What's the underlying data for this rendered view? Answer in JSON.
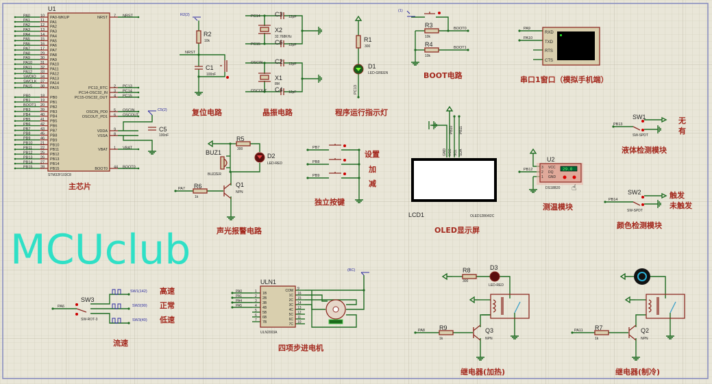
{
  "watermark": "MCUclub",
  "colors": {
    "wire": "#1f6b22",
    "component": "#8c2a22",
    "title": "#a3281d",
    "background": "#e9e6d8",
    "watermark": "#2fe0c6"
  },
  "mcu": {
    "ref": "U1",
    "part": "STM32F103C8",
    "title": "主芯片",
    "left_pins": [
      {
        "net": "PA0",
        "num": "10",
        "name": "PA0-WKUP"
      },
      {
        "net": "PA1",
        "num": "11",
        "name": "PA1"
      },
      {
        "net": "PA2",
        "num": "12",
        "name": "PA2"
      },
      {
        "net": "PA3",
        "num": "13",
        "name": "PA3"
      },
      {
        "net": "PA4",
        "num": "14",
        "name": "PA4"
      },
      {
        "net": "PA5",
        "num": "15",
        "name": "PA5"
      },
      {
        "net": "PA6",
        "num": "16",
        "name": "PA6"
      },
      {
        "net": "PA7",
        "num": "17",
        "name": "PA7"
      },
      {
        "net": "PA8",
        "num": "29",
        "name": "PA8"
      },
      {
        "net": "PA9",
        "num": "30",
        "name": "PA9"
      },
      {
        "net": "PA10",
        "num": "31",
        "name": "PA10"
      },
      {
        "net": "PA11",
        "num": "32",
        "name": "PA11"
      },
      {
        "net": "PA12",
        "num": "33",
        "name": "PA12"
      },
      {
        "net": "SWDIO",
        "num": "34",
        "name": "PA13"
      },
      {
        "net": "SWCLK",
        "num": "37",
        "name": "PA14"
      },
      {
        "net": "PA15",
        "num": "38",
        "name": "PA15"
      },
      {
        "net": "PB0",
        "num": "18",
        "name": "PB0"
      },
      {
        "net": "PB1",
        "num": "19",
        "name": "PB1"
      },
      {
        "net": "BOOT1",
        "num": "20",
        "name": "PB2"
      },
      {
        "net": "PB3",
        "num": "39",
        "name": "PB3"
      },
      {
        "net": "PB4",
        "num": "40",
        "name": "PB4"
      },
      {
        "net": "PB5",
        "num": "41",
        "name": "PB5"
      },
      {
        "net": "PB6",
        "num": "42",
        "name": "PB6"
      },
      {
        "net": "PB7",
        "num": "43",
        "name": "PB7"
      },
      {
        "net": "PB8",
        "num": "45",
        "name": "PB8"
      },
      {
        "net": "PB9",
        "num": "46",
        "name": "PB9"
      },
      {
        "net": "PB10",
        "num": "21",
        "name": "PB10"
      },
      {
        "net": "PB11",
        "num": "22",
        "name": "PB11"
      },
      {
        "net": "PB12",
        "num": "25",
        "name": "PB12"
      },
      {
        "net": "PB13",
        "num": "26",
        "name": "PB13"
      },
      {
        "net": "PB14",
        "num": "27",
        "name": "PB14"
      },
      {
        "net": "PB15",
        "num": "28",
        "name": "PB15"
      }
    ],
    "right_pins": [
      {
        "net": "NRST",
        "num": "7",
        "name": "NRST"
      },
      {
        "net": "PC13",
        "num": "2",
        "name": "PC13_RTC"
      },
      {
        "net": "PC14",
        "num": "3",
        "name": "PC14-OSC32_IN"
      },
      {
        "net": "PC15",
        "num": "4",
        "name": "PC15-OSC32_OUT"
      },
      {
        "net": "OSCIN",
        "num": "5",
        "name": "OSCIN_PD0"
      },
      {
        "net": "OSCOUT",
        "num": "6",
        "name": "OSCOUT_PD1"
      },
      {
        "net": "",
        "num": "9",
        "name": "VDDA"
      },
      {
        "net": "",
        "num": "8",
        "name": "VSSA"
      },
      {
        "net": "VBAT",
        "num": "1",
        "name": "VBAT"
      },
      {
        "net": "BOOT0",
        "num": "44",
        "name": "BOOT0"
      }
    ],
    "c5": {
      "ref": "C5",
      "value": "100nF",
      "probe": "C5(2)"
    }
  },
  "reset": {
    "title": "复位电路",
    "probe": "R2(2)",
    "r2": "R2",
    "r2_val": "10k",
    "net": "NRST",
    "c1": "C1",
    "c1_val": "100nF"
  },
  "crystal": {
    "title": "晶振电路",
    "pc14": "PC14",
    "pc15": "PC15",
    "c3": "C3",
    "c6": "C6",
    "c2": "C2",
    "c4": "C4",
    "cap_val": "12pF",
    "x2": "X2",
    "x2_val": "32.768KHz",
    "oscin": "OSCIN",
    "oscout": "OSCOUT",
    "x1": "X1",
    "x1_val": "8M"
  },
  "led": {
    "title": "程序运行指示灯",
    "r1": "R1",
    "r1_val": "300",
    "d1": "D1",
    "d1_val": "LED-GREEN",
    "net": "PC13"
  },
  "boot": {
    "title": "BOOT电路",
    "probe": "(1)",
    "r3": "R3",
    "r4": "R4",
    "r_val": "10k",
    "boot0": "BOOT0",
    "boot1": "BOOT1"
  },
  "serial": {
    "title": "串口1窗口（模拟手机端）",
    "pa9": "PA9",
    "pa10": "PA10",
    "pins": [
      "RXD",
      "TXD",
      "RTS",
      "CTS"
    ]
  },
  "oled": {
    "title": "OLED显示屏",
    "ref": "LCD1",
    "part": "OLED12864I2C",
    "pins": [
      "GND",
      "VCC",
      "SCL",
      "SDA"
    ],
    "nets": [
      "PB10",
      "PB11"
    ]
  },
  "temp": {
    "title": "测温模块",
    "ref": "U2",
    "part": "DS18B20",
    "net": "PB12",
    "pins": [
      "VCC",
      "DQ",
      "GND"
    ],
    "pin_nums": [
      "3",
      "2",
      "1"
    ],
    "reading": "29.0"
  },
  "liquid": {
    "title": "液体检测模块",
    "ref": "SW1",
    "part": "SW-SPDT",
    "net": "PB13",
    "opt1": "无",
    "opt2": "有"
  },
  "color": {
    "title": "颜色检测模块",
    "ref": "SW2",
    "part": "SW-SPDT",
    "net": "PB14",
    "opt1": "触发",
    "opt2": "未触发"
  },
  "alarm": {
    "title": "声光报警电路",
    "r5": "R5",
    "r5_val": "300",
    "d2": "D2",
    "d2_val": "LED-RED",
    "buz": "BUZ1",
    "buz_val": "BUZZER",
    "net": "PA7",
    "r6": "R6",
    "r6_val": "1k",
    "q1": "Q1",
    "q1_val": "NPN"
  },
  "keys": {
    "title": "独立按键",
    "nets": [
      "PB7",
      "PB8",
      "PB9"
    ],
    "labels": [
      "设置",
      "加",
      "减"
    ]
  },
  "flow": {
    "title": "流速",
    "ref": "SW3",
    "part": "SW-ROT-3",
    "net": "PA6",
    "sources": [
      "SW1(142)",
      "SW2(90)",
      "SW3(40)"
    ],
    "labels": [
      "高速",
      "正常",
      "低速"
    ]
  },
  "stepper": {
    "title": "四项步进电机",
    "ref": "ULN1",
    "part": "ULN2003A",
    "probe": "(BC)",
    "nets": [
      "PA0",
      "PA1",
      "PA4",
      "PA5"
    ],
    "in_pins": [
      "1B",
      "2B",
      "3B",
      "4B",
      "5B",
      "6B",
      "7B"
    ],
    "in_nums": [
      "1",
      "2",
      "3",
      "4",
      "5",
      "6",
      "7"
    ],
    "out_pins": [
      "COM",
      "1C",
      "2C",
      "3C",
      "4C",
      "5C",
      "6C",
      "7C"
    ],
    "out_nums": [
      "9",
      "16",
      "15",
      "14",
      "13",
      "12",
      "11",
      "10"
    ]
  },
  "heat": {
    "title": "继电器(加热)",
    "r8": "R8",
    "r8_val": "300",
    "d3": "D3",
    "d3_val": "LED-RED",
    "net": "PA8",
    "r9": "R9",
    "r9_val": "1k",
    "q3": "Q3",
    "q3_val": "NPN"
  },
  "cool": {
    "title": "继电器(制冷)",
    "net": "PA11",
    "r7": "R7",
    "r7_val": "1k",
    "q2": "Q2",
    "q2_val": "NPN"
  }
}
